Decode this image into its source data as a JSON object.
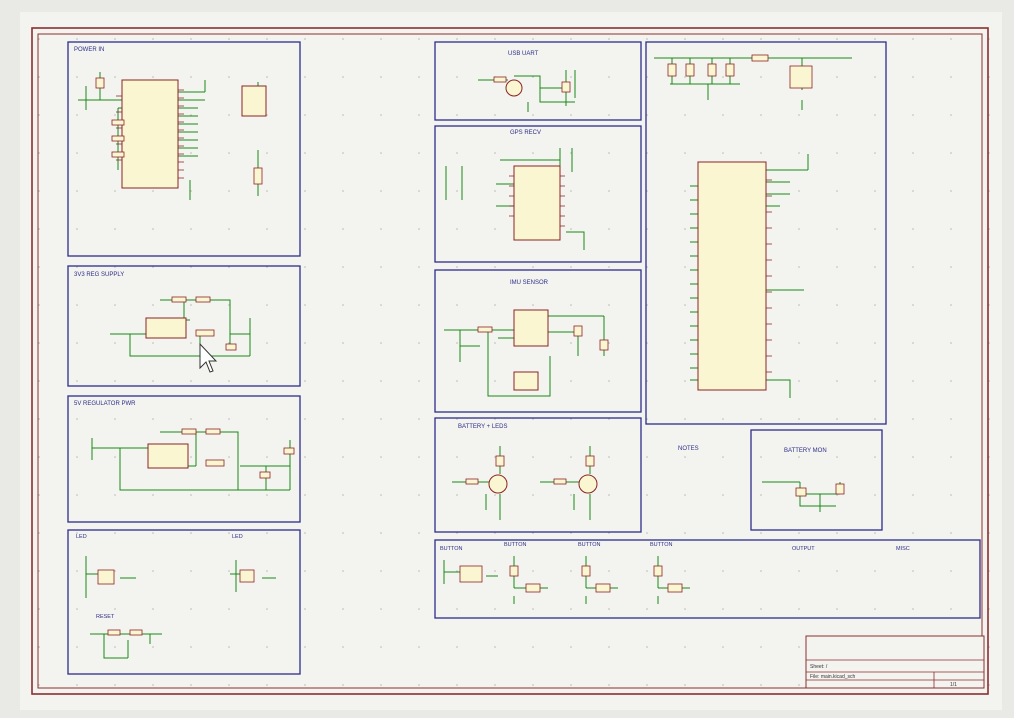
{
  "sheet": {
    "background": "#f3f3ef",
    "border_color": "#8b2f2f",
    "block_color": "#2e2e8a",
    "wire_color": "#1a8a1a",
    "part_fill": "#fbf6d2",
    "part_outline": "#8a2424"
  },
  "blocks": {
    "b1": "POWER IN",
    "b2": "3V3 REG SUPPLY",
    "b3": "5V REGULATOR PWR",
    "b4a": "LED",
    "b4b": "LED",
    "b4c": "RESET",
    "b5": "USB UART",
    "b6": "GPS RECV",
    "b7": "IMU SENSOR",
    "b8": "BATTERY + LEDS",
    "b11": "BATTERY MON",
    "b12": [
      "BUTTON",
      "BUTTON",
      "BUTTON",
      "BUTTON",
      "OUTPUT",
      "MISC"
    ],
    "free_label": "NOTES"
  },
  "title_block": {
    "row1": "",
    "row2": "Sheet: /",
    "row3": "File: main.kicad_sch",
    "rev": "1/1"
  }
}
